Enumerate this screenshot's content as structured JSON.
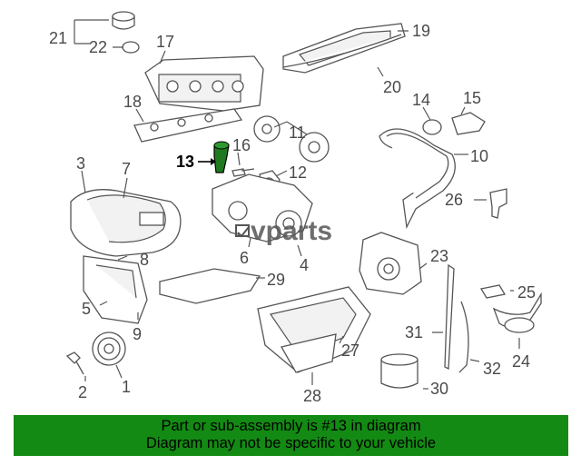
{
  "watermark": "vparts",
  "highlight_part": "13",
  "part_numbers": [
    "1",
    "2",
    "3",
    "4",
    "5",
    "6",
    "7",
    "8",
    "9",
    "10",
    "11",
    "12",
    "13",
    "14",
    "15",
    "16",
    "17",
    "18",
    "19",
    "20",
    "21",
    "22",
    "23",
    "24",
    "25",
    "26",
    "27",
    "28",
    "29",
    "30",
    "31",
    "32"
  ],
  "colors": {
    "banner_bg": "#138a13",
    "highlight": "#1f7a1f",
    "line": "#555555"
  },
  "banner": {
    "line1": "Part or sub-assembly is #13 in diagram",
    "line2": "Diagram may not be specific to your vehicle"
  }
}
